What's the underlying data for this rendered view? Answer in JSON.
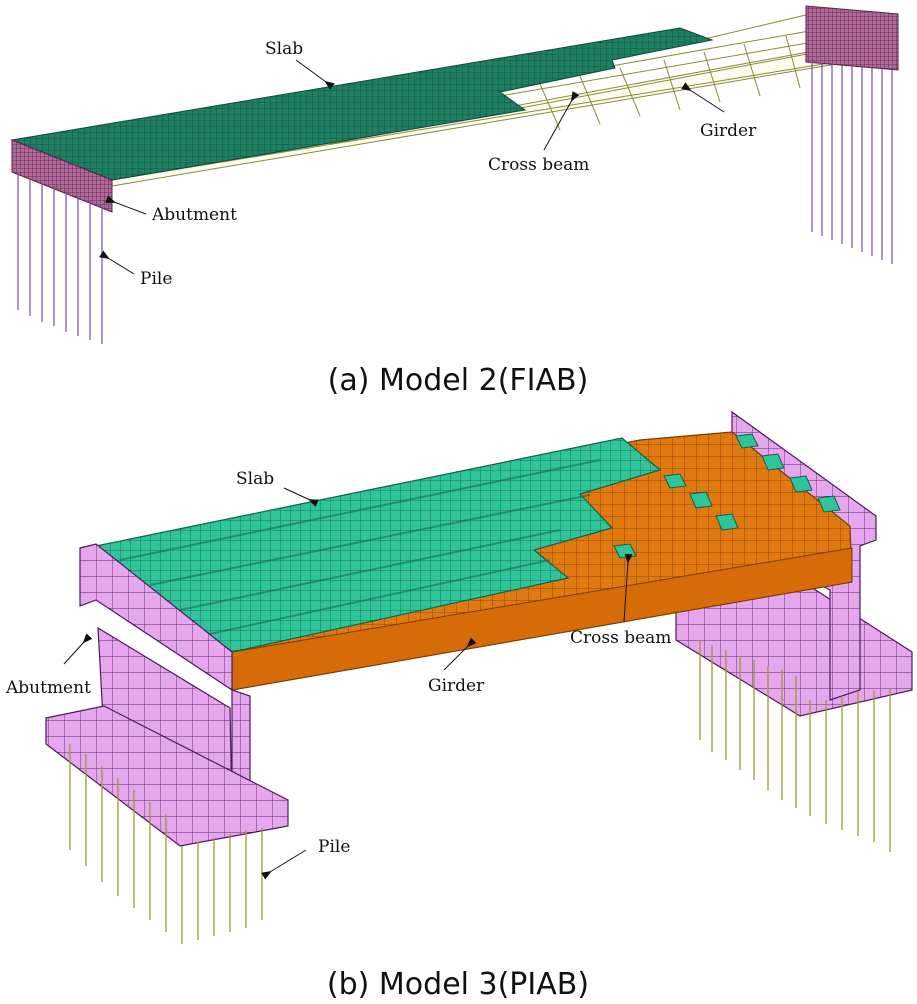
{
  "panel_a": {
    "labels": {
      "slab": "Slab",
      "girder": "Girder",
      "cross_beam": "Cross beam",
      "abutment": "Abutment",
      "pile": "Pile"
    },
    "caption": "(a) Model 2(FIAB)",
    "colors": {
      "slab": "#1f7f62",
      "girder_grid": "#8a8a3a",
      "abutment": "#8c4a7a",
      "pile": "#7a4fa0"
    }
  },
  "panel_b": {
    "labels": {
      "slab": "Slab",
      "girder": "Girder",
      "cross_beam": "Cross beam",
      "abutment": "Abutment",
      "pile": "Pile"
    },
    "caption": "(b) Model 3(PIAB)",
    "colors": {
      "slab": "#2fc49a",
      "girder": "#e07a10",
      "abutment": "#e6a6ee",
      "pile": "#9a9a30"
    }
  }
}
